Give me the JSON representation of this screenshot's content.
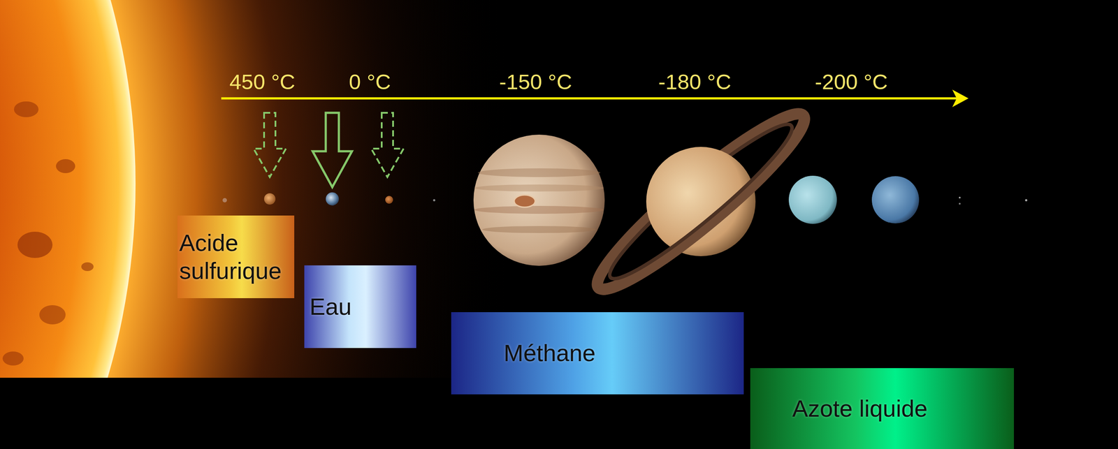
{
  "diagram": {
    "nodes": [
      {
        "text": [
          "Acide sulfurique"
        ]
      },
      {
        "text": [
          "Eau"
        ]
      },
      {
        "text": [
          "Méthane"
        ]
      },
      {
        "text": [
          "Azote liquide"
        ]
      }
    ],
    "labels": [
      "450 °C",
      "0 °C",
      "-150 °C",
      "-180 °C",
      "-200 °C"
    ]
  }
}
